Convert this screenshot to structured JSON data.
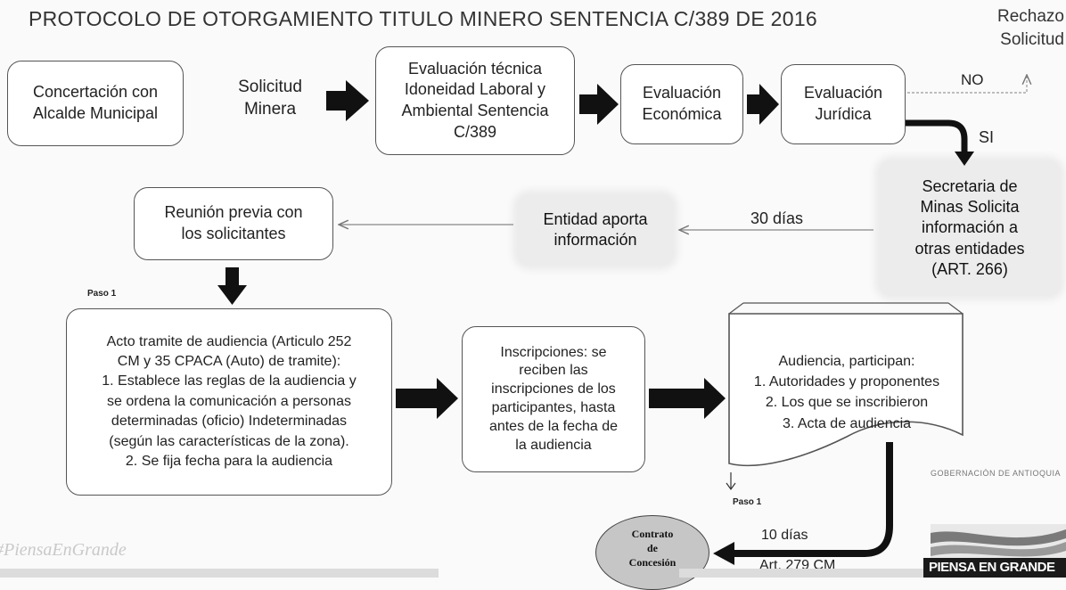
{
  "title": "PROTOCOLO DE OTORGAMIENTO TITULO MINERO SENTENCIA C/389 DE 2016",
  "boxes": {
    "concertacion": "Concertación con\nAlcalde Municipal",
    "solicitud": "Solicitud\nMinera",
    "eval_tecnica": "Evaluación técnica\nIdoneidad Laboral y\nAmbiental Sentencia\nC/389",
    "eval_economica": "Evaluación\nEconómica",
    "eval_juridica": "Evaluación\nJurídica",
    "rechazo": "Rechazo\nSolicitud",
    "secretaria": "Secretaria de\nMinas Solicita\ninformación a\notras entidades\n(ART. 266)",
    "entidad": "Entidad aporta\ninformación",
    "reunion": "Reunión previa con\nlos solicitantes",
    "acto": "Acto tramite de audiencia (Articulo 252\nCM y 35 CPACA (Auto) de tramite):\n1. Establece las reglas de la audiencia y\nse ordena la comunicación a personas\ndeterminadas (oficio) Indeterminadas\n(según las características de la zona).\n2. Se fija fecha para la audiencia",
    "inscripciones": "Inscripciones: se\nreciben las\ninscripciones de los\nparticipantes, hasta\nantes de la fecha de\nla audiencia",
    "audiencia": "Audiencia, participan:\n1. Autoridades y proponentes\n2. Los que se inscribieron\n3. Acta de audiencia",
    "contrato": "Contrato\nde\nConcesión"
  },
  "labels": {
    "no": "NO",
    "si": "SI",
    "dias30": "30 días",
    "paso1_a": "Paso 1",
    "paso1_b": "Paso 1",
    "dias10": "10 días",
    "art279": "Art. 279 CM"
  },
  "footer": {
    "hashtag": "#PiensaEnGrande",
    "gobernacion": "GOBERNACIÓN DE ANTIOQUIA",
    "logo": "PIENSA EN GRANDE"
  },
  "colors": {
    "arrow": "#111111",
    "contrato_fill": "#c6c6c6",
    "logo_bar": "#1a1a1a"
  }
}
